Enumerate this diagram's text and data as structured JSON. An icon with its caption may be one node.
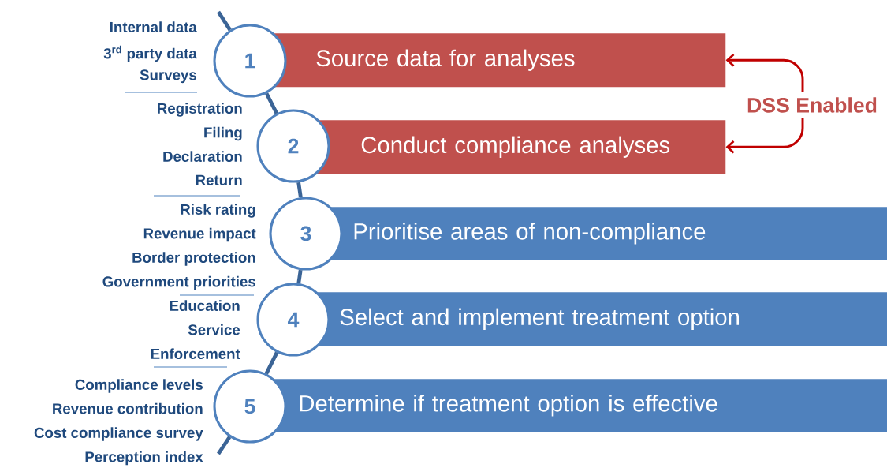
{
  "diagram": {
    "nodes": [
      {
        "text": [
          "1"
        ],
        "beside": [
          "Internal data",
          "3$^{rd}$ party data",
          "Surveys"
        ]
      },
      {
        "text": [
          "Source data for analyses"
        ]
      },
      {
        "text": [
          "2"
        ],
        "beside": [
          "Registration",
          "Filing",
          "Declaration",
          "Return"
        ]
      },
      {
        "text": [
          "Conduct compliance analyses"
        ]
      },
      {
        "text": [
          "3"
        ],
        "beside": [
          "Risk rating",
          "Revenue impact",
          "Border protection",
          "Government priorities"
        ]
      },
      {
        "text": [
          "Prioritise areas of non-compliance"
        ]
      },
      {
        "text": [
          "4"
        ],
        "beside": [
          "Education",
          "Service",
          "Enforcement"
        ]
      },
      {
        "text": [
          "Select and implement treatment option"
        ]
      },
      {
        "text": [
          "5"
        ],
        "beside": [
          "Compliance levels",
          "Revenue contribution",
          "Cost compliance survey",
          "Perception index"
        ]
      },
      {
        "text": [
          "Determine if treatment option is effective"
        ]
      },
      {
        "text": [
          "DSS Enabled"
        ]
      }
    ],
    "edges": [
      {
        "from": null,
        "to": 0,
        "arrow": "none"
      },
      {
        "from": 0,
        "to": 2,
        "arrow": "none"
      },
      {
        "from": 2,
        "to": 4,
        "arrow": "none"
      },
      {
        "from": 4,
        "to": 6,
        "arrow": "none"
      },
      {
        "from": 6,
        "to": 8,
        "arrow": "none"
      },
      {
        "from": 8,
        "to": null,
        "arrow": "none"
      },
      {
        "from": 10,
        "to": 1,
        "arrow": "to",
        "color": "#c00000"
      },
      {
        "from": 10,
        "to": 3,
        "arrow": "to",
        "color": "#c00000"
      }
    ]
  }
}
